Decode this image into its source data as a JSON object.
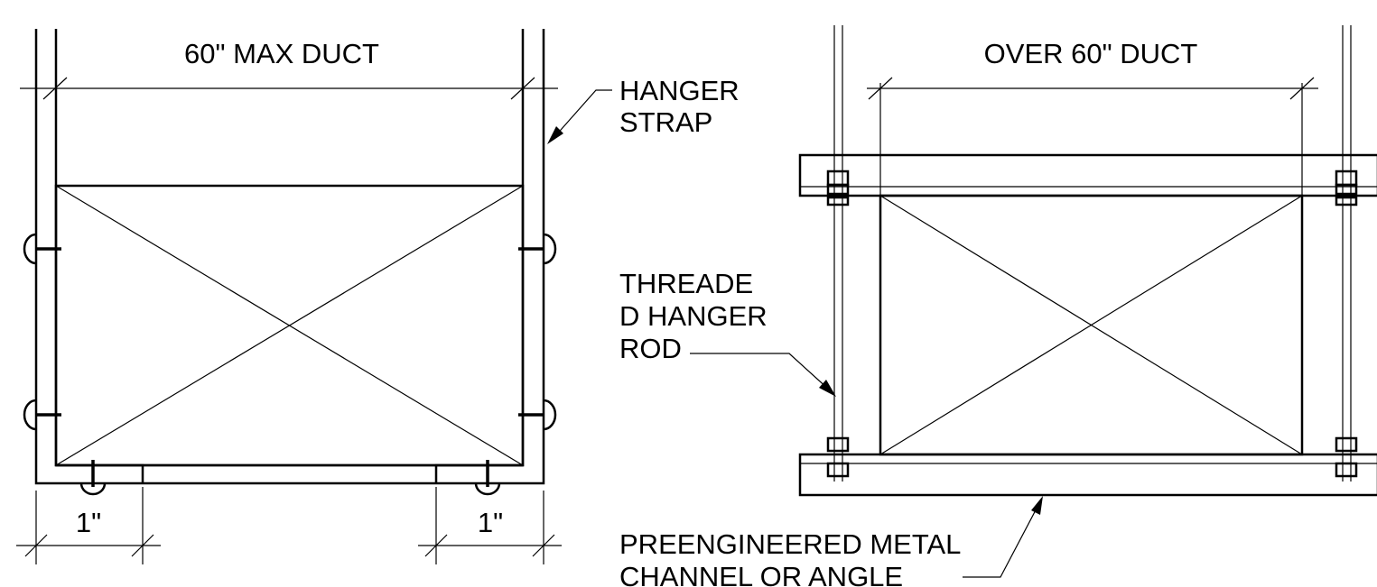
{
  "left_detail": {
    "dimension_top": "60\" MAX DUCT",
    "dimension_bottom_left": "1\"",
    "dimension_bottom_right": "1\"",
    "callout_strap": [
      "HANGER",
      "STRAP"
    ]
  },
  "right_detail": {
    "dimension_top": "OVER 60\" DUCT",
    "callout_rod": [
      "THREADE",
      "D HANGER",
      "ROD"
    ],
    "callout_channel": [
      "PREENGINEERED METAL",
      "CHANNEL OR ANGLE"
    ]
  }
}
